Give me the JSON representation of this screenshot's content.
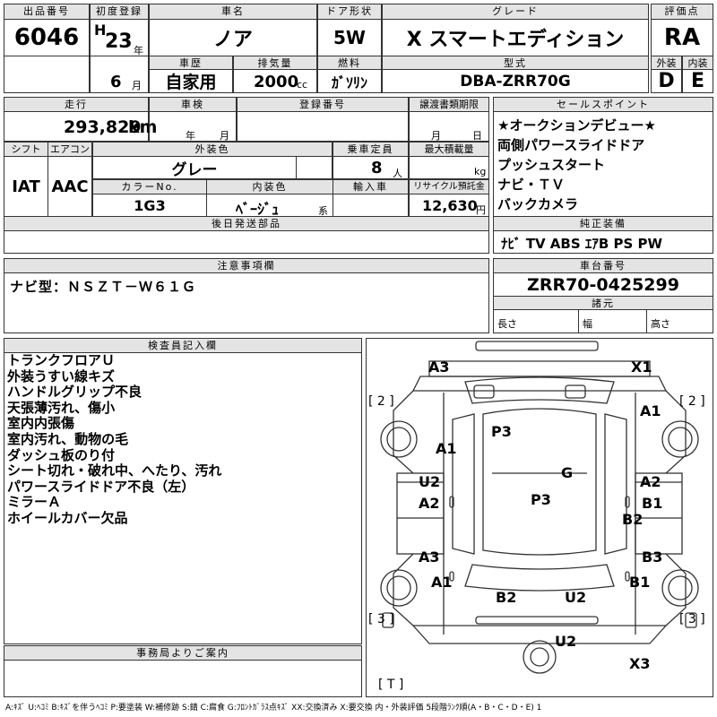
{
  "header": {
    "lot_label": "出品番号",
    "lot": "6046",
    "reg_label": "初度登録",
    "era": "H",
    "year": "23",
    "year_unit": "年",
    "month": "6",
    "month_unit": "月",
    "model_label": "車名",
    "model": "ノア",
    "doors_label": "ドア形状",
    "doors": "5W",
    "grade_label": "グレード",
    "grade": "X スマートエディション",
    "score_label": "評価点",
    "score": "RA",
    "history_label": "車歴",
    "history": "自家用",
    "displacement_label": "排気量",
    "displacement": "2000",
    "displacement_unit": "cc",
    "fuel_label": "燃料",
    "fuel": "ｶﾞｿﾘﾝ",
    "type_label": "型式",
    "type": "DBA-ZRR70G",
    "exterior_label": "外装",
    "exterior": "D",
    "interior_label": "内装",
    "interior": "E"
  },
  "row2": {
    "mileage_label": "走行",
    "mileage": "293,829",
    "mileage_unit": "km",
    "inspection_label": "車検",
    "inspection_year": "年",
    "inspection_month": "月",
    "regno_label": "登録番号",
    "transfer_label": "譲渡書類期限",
    "transfer_month": "月",
    "transfer_day": "日",
    "shift_label": "シフト",
    "shift": "IAT",
    "ac_label": "エアコン",
    "ac": "AAC",
    "color_label": "外装色",
    "color": "グレー",
    "capacity_label": "乗車定員",
    "capacity": "8",
    "capacity_unit": "人",
    "load_label": "最大積載量",
    "load_unit": "kg",
    "colorno_label": "カラーNo.",
    "colorno": "1G3",
    "intcolor_label": "内装色",
    "intcolor": "ﾍﾞｰｼﾞｭ",
    "intcolor_unit": "系",
    "import_label": "輸入車",
    "recycle_label": "リサイクル預託金",
    "recycle": "12,630",
    "recycle_unit": "円",
    "later_label": "後日発送部品"
  },
  "sales": {
    "label": "セールスポイント",
    "items": [
      "★オークションデビュー★",
      "両側パワースライドドア",
      "プッシュスタート",
      "ナビ・ＴＶ",
      "バックカメラ"
    ]
  },
  "equipment": {
    "label": "純正装備",
    "items": "ﾅﾋﾞ TV ABS ｴｱB PS PW"
  },
  "notes": {
    "label": "注意事項欄",
    "text": "ナビ型：ＮＳＺＴ－Ｗ６１Ｇ"
  },
  "chassis": {
    "label": "車台番号",
    "number": "ZRR70-0425299",
    "dims_label": "諸元",
    "length": "長さ",
    "width": "幅",
    "height": "高さ"
  },
  "inspector": {
    "label": "検査員記入欄",
    "lines": [
      "トランクフロアＵ",
      "外装うすい線キズ",
      "ハンドルグリップ不良",
      "天張薄汚れ、傷小",
      "室内内張傷",
      "室内汚れ、動物の毛",
      "ダッシュ板のり付",
      "シート切れ・破れ中、へたり、汚れ",
      "パワースライドドア不良（左）",
      "ミラーＡ",
      "ホイールカバー欠品"
    ]
  },
  "office": {
    "label": "事務局よりご案内"
  },
  "diagram": {
    "marks": {
      "a3_top": "A3",
      "x1": "X1",
      "tl2": "[ 2 ]",
      "tr2": "[ 2 ]",
      "a1_tr": "A1",
      "p3_top": "P3",
      "a1_left": "A1",
      "g": "G",
      "u2_left": "U2",
      "a2_right": "A2",
      "p3_mid": "P3",
      "a2_left": "A2",
      "b1_right": "B1",
      "b2_right": "B2",
      "a3_left": "A3",
      "b3_right": "B3",
      "a1_bl": "A1",
      "b1_br": "B1",
      "b2_bottom": "B2",
      "u2_bottom": "U2",
      "bl3": "[ 3 ]",
      "br3": "[ 3 ]",
      "u2_rear": "U2",
      "x3": "X3",
      "t": "[ T ]"
    }
  },
  "footer": {
    "legend": "A:ｷｽﾞ U:ﾍｺﾐ B:ｷｽﾞを伴うﾍｺﾐ P:要塗装 W:補修跡 S:錆 C:腐食 G:ﾌﾛﾝﾄｶﾞﾗｽ点ｷｽﾞ XX:交換済み X:要交換 内・外装評価 5段階ﾗﾝｸ順(A・B・C・D・E) 1"
  }
}
